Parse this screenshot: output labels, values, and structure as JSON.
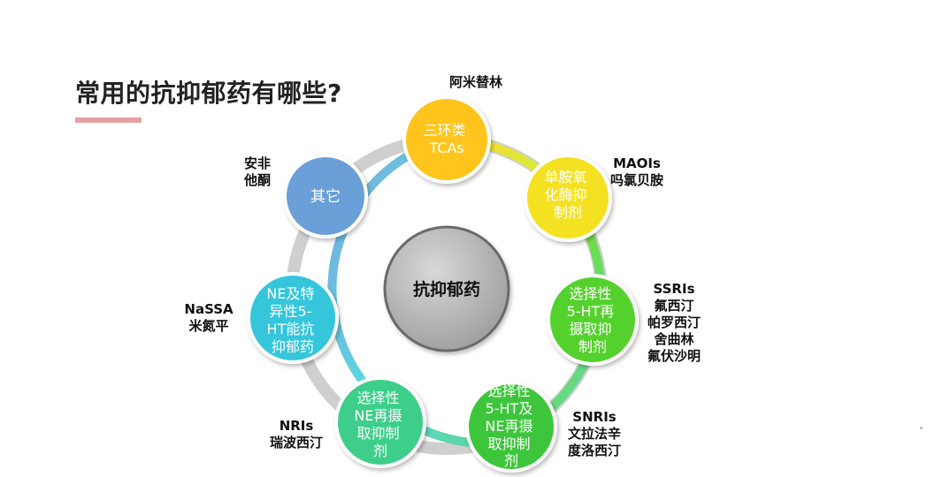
{
  "title": "常用的抗抑郁药有哪些?",
  "center": {
    "label": "抗抑郁药"
  },
  "nodes": [
    {
      "id": "tca",
      "lines": [
        "三环类",
        "TCAs"
      ]
    },
    {
      "id": "maoi",
      "lines": [
        "单胺氧",
        "化酶抑",
        "制剂"
      ]
    },
    {
      "id": "ssri",
      "lines": [
        "选择性",
        "5-HT再",
        "摄取抑",
        "制剂"
      ]
    },
    {
      "id": "snri",
      "lines": [
        "选择性",
        "5-HT及",
        "NE再摄",
        "取抑制",
        "剂"
      ]
    },
    {
      "id": "nri",
      "lines": [
        "选择性",
        "NE再摄",
        "取抑制",
        "剂"
      ]
    },
    {
      "id": "nassa",
      "lines": [
        "NE及特",
        "异性5-",
        "HT能抗",
        "抑郁药"
      ]
    },
    {
      "id": "other",
      "lines": [
        "其它"
      ]
    }
  ],
  "examples": {
    "tca": [
      "阿米替林"
    ],
    "maoi": [
      "MAOIs",
      "吗氯贝胺"
    ],
    "ssri": [
      "SSRIs",
      "氟西汀",
      "帕罗西汀",
      "舍曲林",
      "氟伏沙明"
    ],
    "snri": [
      "SNRIs",
      "文拉法辛",
      "度洛西汀"
    ],
    "nri": [
      "NRIs",
      "瑞波西汀"
    ],
    "nassa": [
      "NaSSA",
      "米氮平"
    ],
    "other": [
      "安非",
      "他酮"
    ]
  },
  "colors": {
    "ring_start": "#f7e63a",
    "ring_end": "#6fd6e8",
    "tca": "#ffc51a",
    "maoi": "#f4e224",
    "ssri": "#55d12e",
    "snri": "#3cc63a",
    "nri": "#3ecf8a",
    "nassa": "#36c6dc",
    "other": "#6a9fd8",
    "center": "#b4b4b4",
    "title_underline": "#e8a0a3"
  }
}
